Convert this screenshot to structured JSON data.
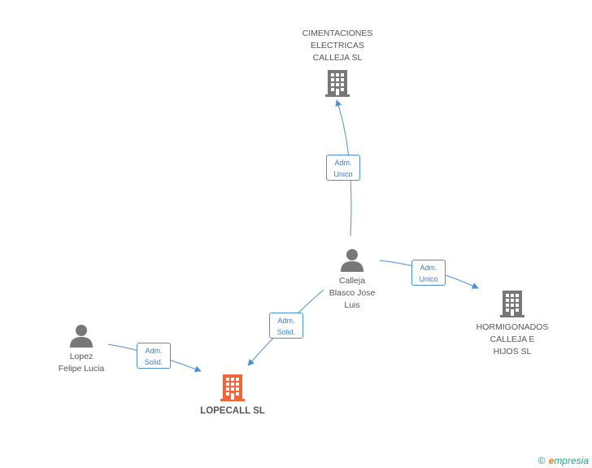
{
  "nodes": {
    "cimentaciones": {
      "label": "CIMENTACIONES\nELECTRICAS\nCALLEJA SL",
      "type": "company",
      "color": "#777777"
    },
    "calleja": {
      "label": "Calleja\nBlasco Jose\nLuis",
      "type": "person",
      "color": "#777777"
    },
    "hormigonados": {
      "label": "HORMIGONADOS\nCALLEJA E\nHIJOS SL",
      "type": "company",
      "color": "#777777"
    },
    "lopez": {
      "label": "Lopez\nFelipe Lucia",
      "type": "person",
      "color": "#777777"
    },
    "lopecall": {
      "label": "LOPECALL SL",
      "type": "company",
      "color": "#f0663a"
    }
  },
  "edges": {
    "calleja_cimentaciones": {
      "label": "Adm.\nUnico"
    },
    "calleja_hormigonados": {
      "label": "Adm.\nUnico"
    },
    "calleja_lopecall": {
      "label": "Adm.\nSolid."
    },
    "lopez_lopecall": {
      "label": "Adm.\nSolid."
    }
  },
  "colors": {
    "edge": "#4a90d9",
    "node_icon": "#777777",
    "main_icon": "#f0663a"
  },
  "footer": {
    "copyright_symbol": "©",
    "brand_initial": "e",
    "brand_rest": "mpresia"
  }
}
